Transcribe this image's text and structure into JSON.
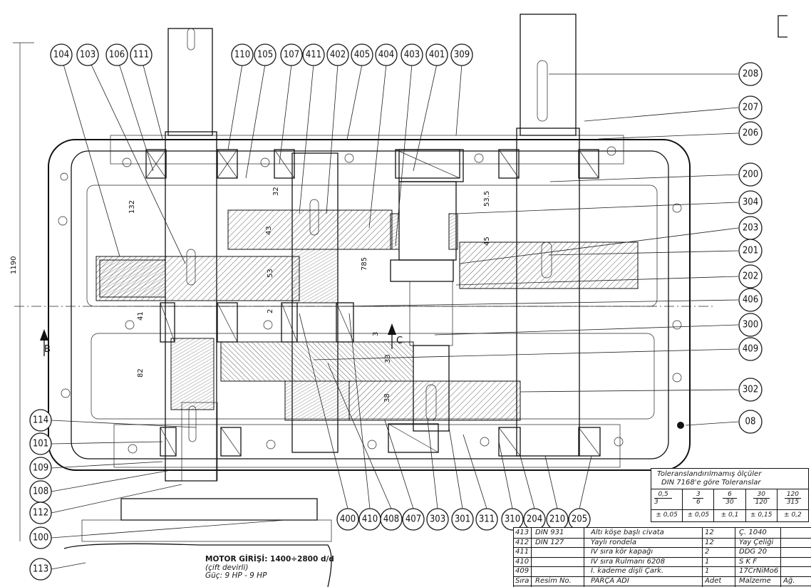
{
  "balloons_top": [
    "104",
    "103",
    "106",
    "111",
    "110",
    "105",
    "107",
    "411",
    "402",
    "405",
    "404",
    "403",
    "401",
    "309"
  ],
  "balloons_right": [
    "208",
    "207",
    "206",
    "200",
    "304",
    "203",
    "201",
    "202",
    "406",
    "300",
    "409",
    "302",
    "08"
  ],
  "balloons_left": [
    "114",
    "101",
    "109",
    "108",
    "112",
    "100",
    "113"
  ],
  "balloons_bottom": [
    "400",
    "410",
    "408",
    "407",
    "303",
    "301",
    "311",
    "310",
    "204",
    "210",
    "205"
  ],
  "dimensions": {
    "d132": "132",
    "d32": "32",
    "d43": "43",
    "d53": "53",
    "d785": "785",
    "d535": "53.5",
    "d45": "45",
    "d41": "41",
    "d82": "82",
    "d33": "33",
    "d38": "38",
    "d2": "2",
    "d3": "3",
    "d1190": "1190"
  },
  "section_marks": {
    "b": "B",
    "c": "C"
  },
  "tolerance_table": {
    "title1": "Toleranslandırılmamış ölçüler",
    "title2": "DIN 7168'e göre Toleranslar",
    "ranges": [
      {
        "top": "0,5",
        "bottom": "3"
      },
      {
        "top": "3",
        "bottom": "6"
      },
      {
        "top": "6",
        "bottom": "30"
      },
      {
        "top": "30",
        "bottom": "120"
      },
      {
        "top": "120",
        "bottom": "315"
      }
    ],
    "values": [
      "± 0,05",
      "± 0,05",
      "± 0,1",
      "± 0,15",
      "± 0,2"
    ]
  },
  "parts_list": {
    "rows": [
      {
        "no": "413",
        "ref": "DIN 931",
        "name": "Altı köşe başlı civata",
        "qty": "12",
        "material": "Ç. 1040"
      },
      {
        "no": "412",
        "ref": "DIN 127",
        "name": "Yaylı rondela",
        "qty": "12",
        "material": "Yay Çeliği"
      },
      {
        "no": "411",
        "ref": "",
        "name": "IV sıra kör kapağı",
        "qty": "2",
        "material": "DDG 20"
      },
      {
        "no": "410",
        "ref": "",
        "name": "IV sıra Rulmanı 6208",
        "qty": "1",
        "material": "S K F"
      },
      {
        "no": "409",
        "ref": "",
        "name": "I. kademe dişli Çark.",
        "qty": "1",
        "material": "17CrNiMo6"
      }
    ],
    "header": {
      "no": "Sıra",
      "ref": "Resim No.",
      "name": "PARÇA ADI",
      "qty": "Adet",
      "material": "Malzeme",
      "extra": "Ağ."
    }
  },
  "motor": {
    "line1": "MOTOR GİRİŞİ: 1400÷2800 d/d",
    "line2": "(çift devirli)",
    "line3": "Güç: 9 HP - 9 HP"
  }
}
